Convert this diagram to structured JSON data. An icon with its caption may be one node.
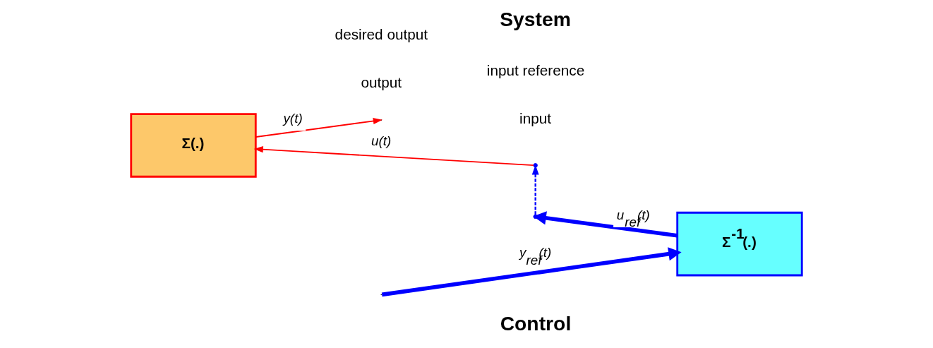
{
  "diagram": {
    "nodes": [
      {
        "text": [
          "Σ(.)"
        ]
      },
      {
        "text": [
          "Σ$^{-1}$(.)"
        ]
      },
      {
        "text": [],
        "shape": "point"
      },
      {
        "text": [],
        "shape": "point"
      }
    ],
    "edges": [
      {
        "from": 2,
        "to": 0,
        "arrow": "to",
        "label": "u(t)",
        "color": "#ff0000"
      },
      {
        "from": 0,
        "to": null,
        "arrow": "to",
        "label": "y(t)",
        "color": "#ff0000"
      },
      {
        "from": null,
        "to": 1,
        "arrow": "to",
        "label": "y$_{ref}$(t)",
        "style": "thick",
        "color": "#0000ff"
      },
      {
        "from": 1,
        "to": 3,
        "arrow": "to",
        "label": "u$_{ref}$(t)",
        "style": "thick",
        "color": "#0000ff"
      },
      {
        "from": 3,
        "to": 2,
        "arrow": "to",
        "style": "dashed",
        "color": "#0000ff"
      }
    ],
    "labels": [
      "input",
      "output",
      "input reference",
      "desired output",
      "System",
      "Control"
    ]
  }
}
